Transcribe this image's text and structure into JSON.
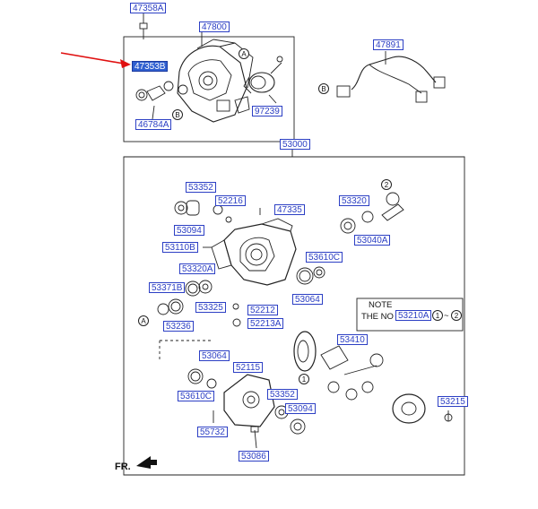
{
  "labels": {
    "p47358A": "47358A",
    "p47800": "47800",
    "p47353B": "47353B",
    "p46784A": "46784A",
    "p97239": "97239",
    "p47891": "47891",
    "p53000": "53000",
    "p53352a": "53352",
    "p52216": "52216",
    "p47335": "47335",
    "p53320": "53320",
    "p53094a": "53094",
    "p53040A": "53040A",
    "p53110B": "53110B",
    "p53610Ca": "53610C",
    "p53320A": "53320A",
    "p53371B": "53371B",
    "p53064a": "53064",
    "p53325": "53325",
    "p52212": "52212",
    "p53236": "53236",
    "p52213A": "52213A",
    "p53410": "53410",
    "p53064b": "53064",
    "p52115": "52115",
    "p53610Cb": "53610C",
    "p53352b": "53352",
    "p53094b": "53094",
    "p53215": "53215",
    "p55732": "55732",
    "p53086": "53086",
    "p53210A": "53210A"
  },
  "callouts": {
    "a1": "A",
    "a2": "A",
    "b1": "B",
    "b2": "B",
    "one": "1",
    "two": "2",
    "note_one": "1",
    "note_two": "2"
  },
  "note": {
    "title": "NOTE",
    "line_prefix": "THE NO",
    "range_sep": "~"
  },
  "direction": "FR.",
  "colors": {
    "label_border": "#2c3fc4",
    "selected_fill": "#2f5fd0",
    "arrow": "#e01010"
  }
}
